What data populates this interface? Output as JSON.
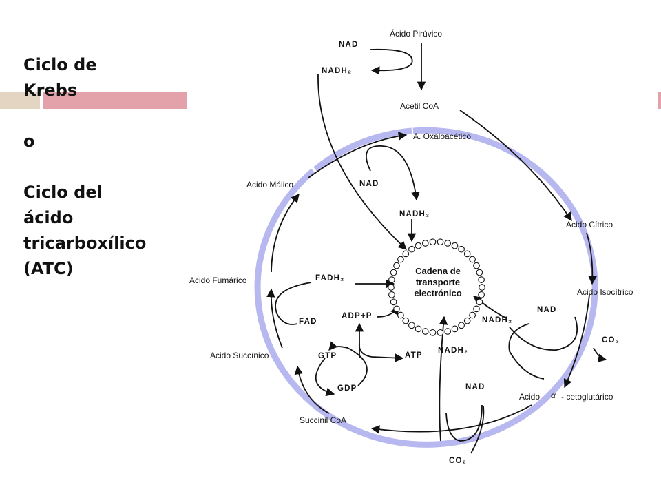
{
  "slide_title": {
    "line1": "Ciclo de",
    "line2": "Krebs",
    "line3": "o",
    "line4": "Ciclo del",
    "line5": "ácido",
    "line6": "tricarboxílico",
    "line7": "(ATC)"
  },
  "colors": {
    "deco_bar_left": "#e3d5c2",
    "deco_bar_right": "#e3a1aa",
    "cycle_ring": "#b8b8f0",
    "arrow": "#111111"
  },
  "diagram": {
    "acido_piruvico": "Ácido Pirúvico",
    "acetil_coa": "Acetil CoA",
    "oxaloacetico": "A. Oxaloacético",
    "acido_citrico": "Acido Cítrico",
    "acido_isocitrico": "Acido Isocítrico",
    "acido_cetoglutarico_prefix": "Acido",
    "acido_cetoglutarico_suffix": "- cetoglutárico",
    "alpha_symbol": "α",
    "succinil_coa": "Succinil CoA",
    "acido_succinico": "Acido Succínico",
    "acido_fumarico": "Acido Fumárico",
    "acido_malico": "Acido Málico",
    "nad_top": "NAD",
    "nadh2_top": "NADH₂",
    "nad_inner": "NAD",
    "nadh2_inner": "NADH₂",
    "fadh2": "FADH₂",
    "fad": "FAD",
    "adp_p": "ADP+P",
    "atp": "ATP",
    "gtp": "GTP",
    "gdp": "GDP",
    "nadh2_bottom": "NADH₂",
    "nad_bottom": "NAD",
    "co2_bottom": "CO₂",
    "nadh2_right": "NADH₂",
    "nad_right": "NAD",
    "co2_right": "CO₂",
    "cadena_line1": "Cadena de",
    "cadena_line2": "transporte",
    "cadena_line3": "electrónico"
  }
}
